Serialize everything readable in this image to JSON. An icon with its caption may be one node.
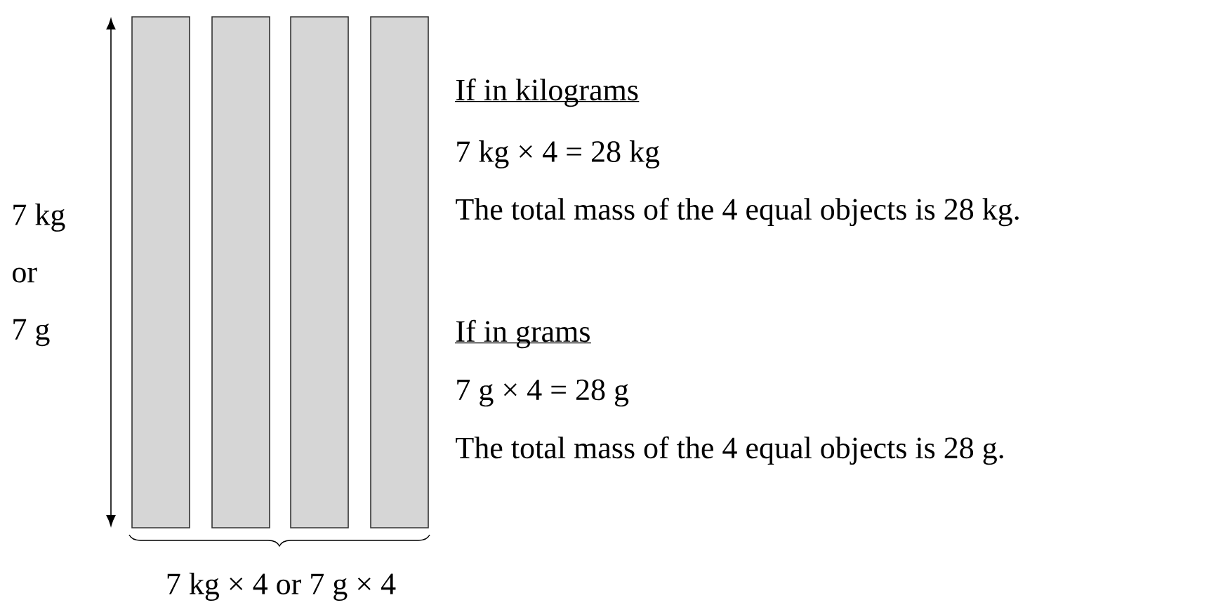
{
  "diagram": {
    "nodes": [
      {
        "text": [],
        "shape": "bar"
      },
      {
        "text": [],
        "shape": "bar"
      },
      {
        "text": [],
        "shape": "bar"
      },
      {
        "text": [],
        "shape": "bar"
      }
    ],
    "labels": [
      "7 kg",
      "or",
      "7 g",
      "If in kilograms",
      "7 kg × 4 = 28 kg",
      "The total mass of the 4 equal objects is 28 kg.",
      "If in grams",
      "7 g × 4 = 28 g",
      "The total mass of the 4 equal objects is 28 g.",
      "7 kg × 4 or 7 g × 4"
    ]
  }
}
